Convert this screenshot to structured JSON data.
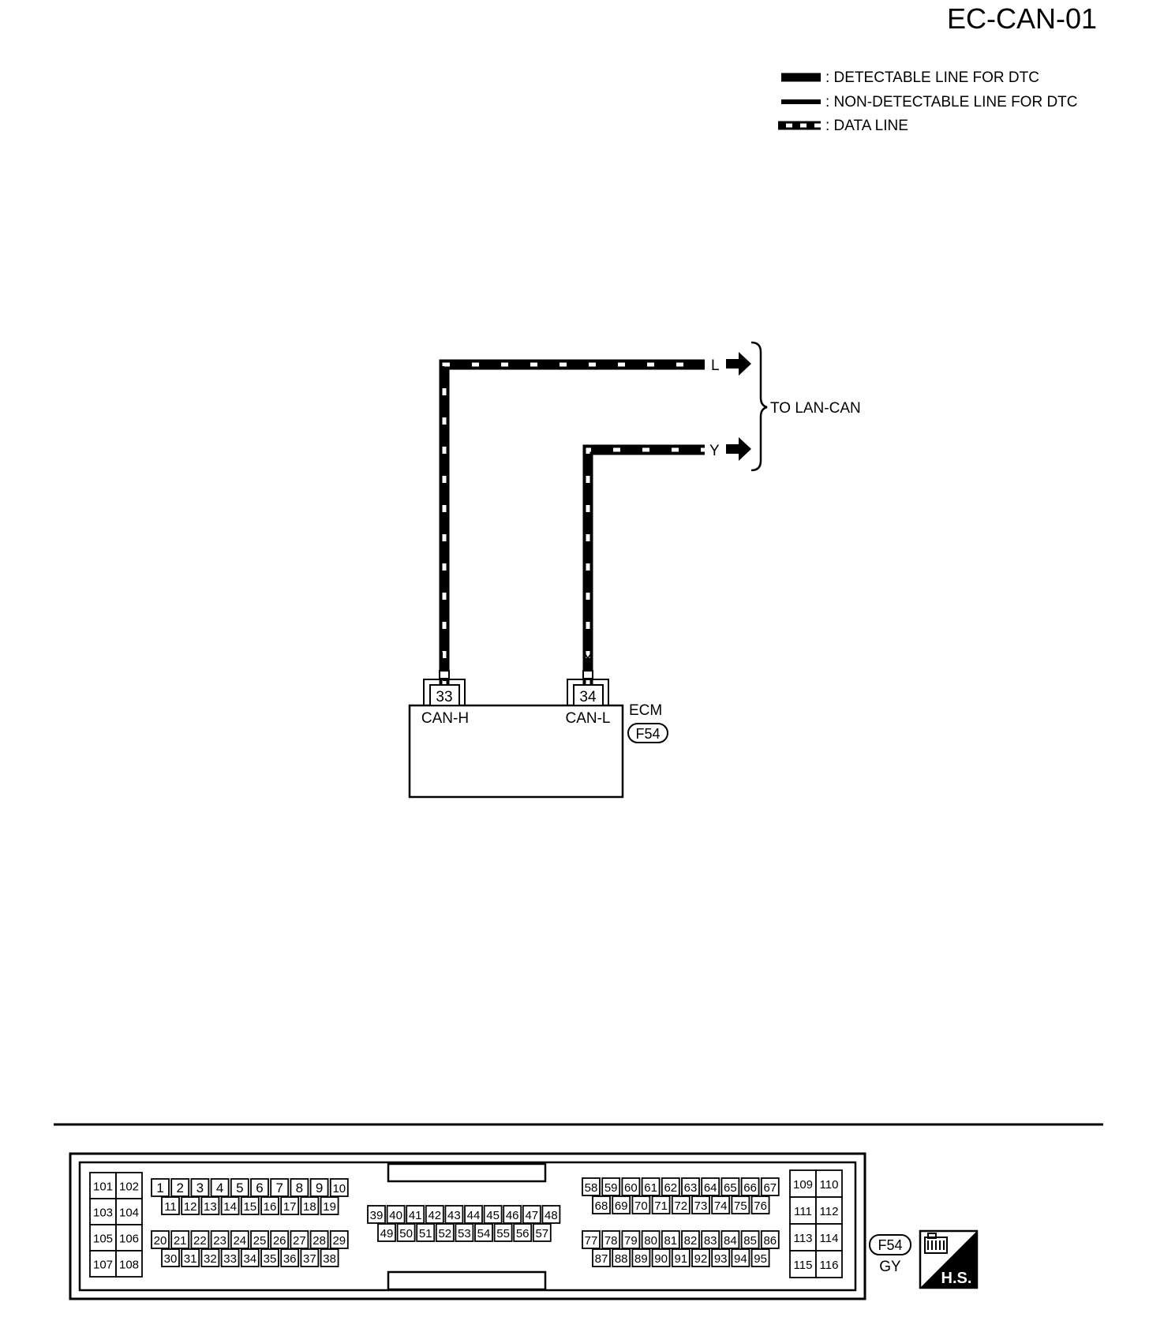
{
  "page_code": "EC-CAN-01",
  "legend": [
    {
      "style": "solid-thick",
      "label": ": DETECTABLE LINE FOR DTC"
    },
    {
      "style": "solid-thin",
      "label": ": NON-DETECTABLE LINE FOR DTC"
    },
    {
      "style": "data",
      "label": ": DATA LINE"
    }
  ],
  "bus": {
    "destination_label": "TO LAN-CAN",
    "wires": [
      {
        "id": "can-h",
        "color_code": "L",
        "pin": "33",
        "signal": "CAN-H"
      },
      {
        "id": "can-l",
        "color_code": "Y",
        "pin": "34",
        "signal": "CAN-L"
      }
    ]
  },
  "ecm": {
    "name": "ECM",
    "connector_id": "F54"
  },
  "connector_view": {
    "connector_id": "F54",
    "color": "GY",
    "hs_label": "H.S.",
    "left_block": [
      [
        "101",
        "102"
      ],
      [
        "103",
        "104"
      ],
      [
        "105",
        "106"
      ],
      [
        "107",
        "108"
      ]
    ],
    "right_block": [
      [
        "109",
        "110"
      ],
      [
        "111",
        "112"
      ],
      [
        "113",
        "114"
      ],
      [
        "115",
        "116"
      ]
    ],
    "group_a_top": [
      "1",
      "2",
      "3",
      "4",
      "5",
      "6",
      "7",
      "8",
      "9",
      "10"
    ],
    "group_a_bottom": [
      "11",
      "12",
      "13",
      "14",
      "15",
      "16",
      "17",
      "18",
      "19"
    ],
    "group_b_top": [
      "20",
      "21",
      "22",
      "23",
      "24",
      "25",
      "26",
      "27",
      "28",
      "29"
    ],
    "group_b_bottom": [
      "30",
      "31",
      "32",
      "33",
      "34",
      "35",
      "36",
      "37",
      "38"
    ],
    "group_c_top": [
      "39",
      "40",
      "41",
      "42",
      "43",
      "44",
      "45",
      "46",
      "47",
      "48"
    ],
    "group_c_bottom": [
      "49",
      "50",
      "51",
      "52",
      "53",
      "54",
      "55",
      "56",
      "57"
    ],
    "group_d_top": [
      "58",
      "59",
      "60",
      "61",
      "62",
      "63",
      "64",
      "65",
      "66",
      "67"
    ],
    "group_d_bottom": [
      "68",
      "69",
      "70",
      "71",
      "72",
      "73",
      "74",
      "75",
      "76"
    ],
    "group_e_top": [
      "77",
      "78",
      "79",
      "80",
      "81",
      "82",
      "83",
      "84",
      "85",
      "86"
    ],
    "group_e_bottom": [
      "87",
      "88",
      "89",
      "90",
      "91",
      "92",
      "93",
      "94",
      "95"
    ]
  }
}
